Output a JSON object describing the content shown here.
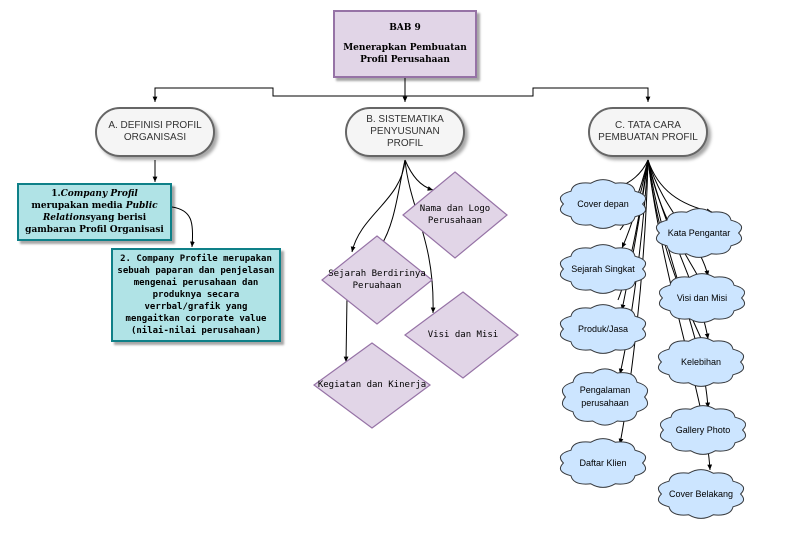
{
  "title": {
    "line1": "BAB 9",
    "line2": "Menerapkan Pembuatan Profil Perusahaan"
  },
  "sections": [
    {
      "label": "A. DEFINISI PROFIL ORGANISASI"
    },
    {
      "label": "B. SISTEMATIKA PENYUSUNAN PROFIL"
    },
    {
      "label": "C. TATA CARA PEMBUATAN PROFIL"
    }
  ],
  "definitions": {
    "def1_num": "1.",
    "def1_em1": "Company Profil",
    "def1_t1": " merupakan media ",
    "def1_em2": "Public Relations",
    "def1_t2": "yang berisi gambaran Profil Organisasi",
    "def2": "2. Company Profile merupakan sebuah paparan dan penjelasan mengenai perusahaan dan produknya secara verrbal/grafik yang mengaitkan corporate value (nilai-nilai perusahaan)"
  },
  "sistematika": [
    "Nama dan Logo Perusahaan",
    "Sejarah Berdirinya Peruahaan",
    "Visi dan Misi",
    "Kegiatan dan Kinerja"
  ],
  "tata_cara": {
    "left": [
      "Cover depan",
      "Sejarah Singkat",
      "Produk/Jasa",
      "Pengalaman perusahaan",
      "Daftar Klien"
    ],
    "right": [
      "Kata Pengantar",
      "Visi dan Misi",
      "Kelebihan",
      "Gallery Photo",
      "Cover Belakang"
    ]
  },
  "colors": {
    "purple_fill": "#e1d5e7",
    "purple_stroke": "#9673a6",
    "teal_fill": "#b0e3e6",
    "teal_stroke": "#0e8088",
    "cloud_fill": "#cce5ff",
    "pill_fill": "#f5f5f5"
  }
}
